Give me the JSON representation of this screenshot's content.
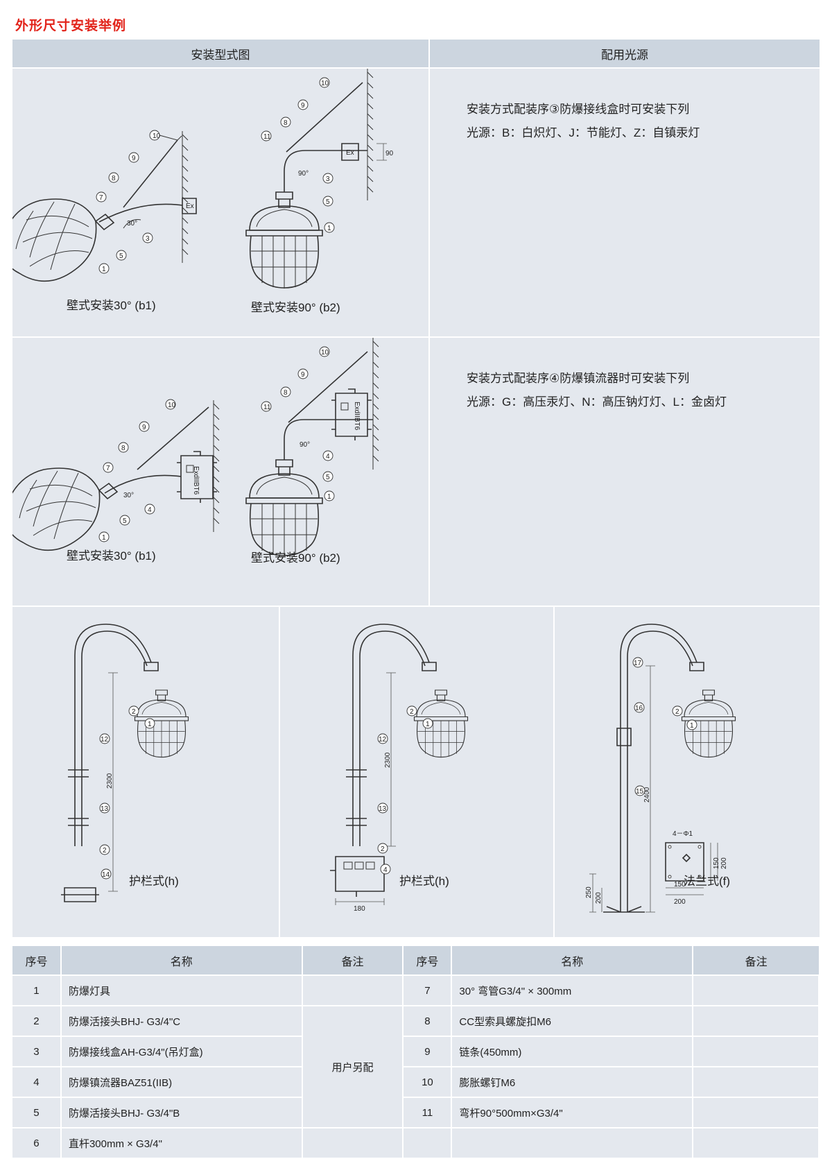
{
  "page_title": "外形尺寸安装举例",
  "header": {
    "col1": "安装型式图",
    "col2": "配用光源"
  },
  "row1": {
    "fig_b1_caption": "壁式安装30° (b1)",
    "fig_b2_caption": "壁式安装90° (b2)",
    "note_line1": "安装方式配装序③防爆接线盒时可安装下列",
    "note_line2": "光源：B：白炽灯、J：节能灯、Z：自镇汞灯"
  },
  "row2": {
    "fig_b1_caption": "壁式安装30° (b1)",
    "fig_b2_caption": "壁式安装90° (b2)",
    "note_line1": "安装方式配装序④防爆镇流器时可安装下列",
    "note_line2": "光源：G：高压汞灯、N：高压钠灯灯、L：金卤灯"
  },
  "row3": {
    "fig1_caption": "护栏式(h)",
    "fig2_caption": "护栏式(h)",
    "fig3_caption": "法兰式(f)",
    "dim_2300": "2300",
    "dim_2400": "2400",
    "dim_180": "180",
    "dim_250": "250",
    "dim_200": "200",
    "dim_150": "150",
    "dim_4phi": "4－Φ1"
  },
  "drawing_labels": {
    "angle30": "30°",
    "angle90": "90°",
    "dim90": "90",
    "ex": "Ex",
    "ballast_text": "ExdIIBT6"
  },
  "parts_table": {
    "headers": [
      "序号",
      "名称",
      "备注",
      "序号",
      "名称",
      "备注"
    ],
    "left": [
      {
        "no": "1",
        "name": "防爆灯具"
      },
      {
        "no": "2",
        "name": "防爆活接头BHJ- G3/4\"C"
      },
      {
        "no": "3",
        "name": "防爆接线盒AH-G3/4\"(吊灯盒)"
      },
      {
        "no": "4",
        "name": "防爆镇流器BAZ51(IIB)"
      },
      {
        "no": "5",
        "name": "防爆活接头BHJ- G3/4\"B"
      },
      {
        "no": "6",
        "name": "直杆300mm × G3/4\""
      }
    ],
    "remark_merged": "用户另配",
    "right": [
      {
        "no": "7",
        "name": "30° 弯管G3/4\" × 300mm"
      },
      {
        "no": "8",
        "name": "CC型索具螺旋扣M6"
      },
      {
        "no": "9",
        "name": "链条(450mm)"
      },
      {
        "no": "10",
        "name": "膨胀螺钉M6"
      },
      {
        "no": "11",
        "name": "弯杆90°500mm×G3/4\""
      }
    ]
  }
}
